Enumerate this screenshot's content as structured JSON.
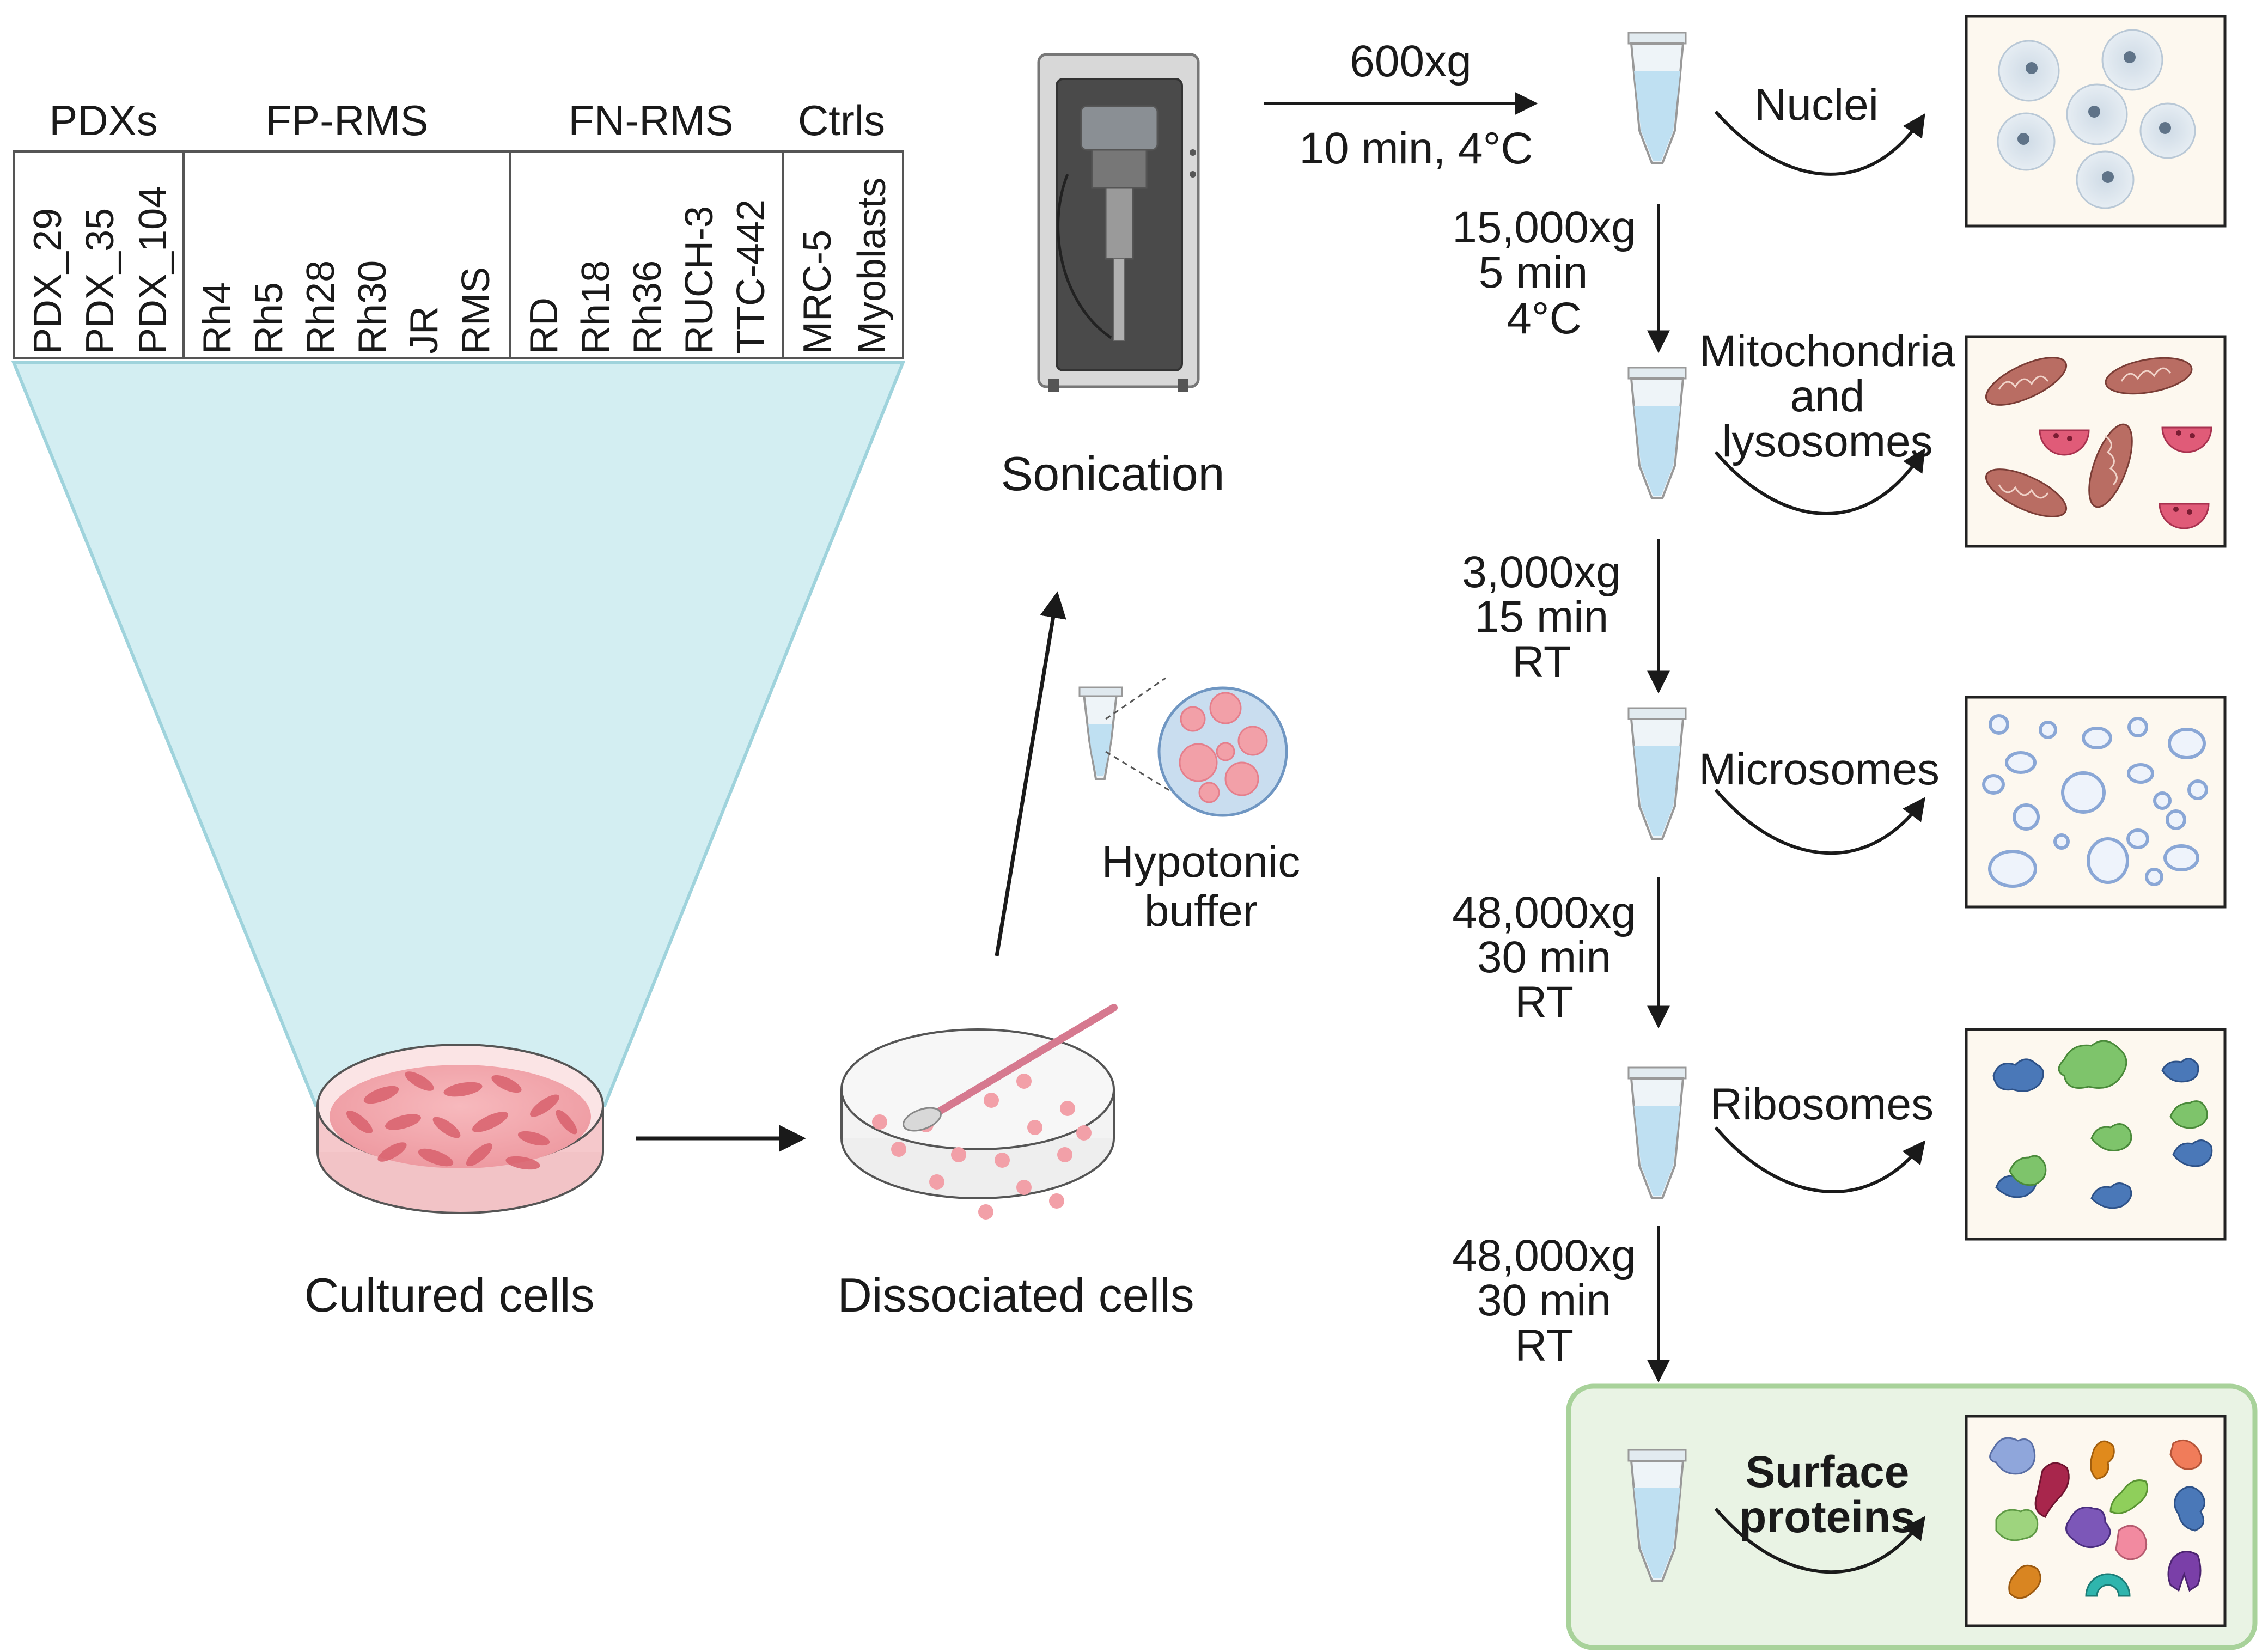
{
  "table": {
    "groups": [
      {
        "name": "PDXs",
        "items": [
          "PDX_29",
          "PDX_35",
          "PDX_104"
        ]
      },
      {
        "name": "FP-RMS",
        "items": [
          "Rh4",
          "Rh5",
          "Rh28",
          "Rh30",
          "JR",
          "RMS"
        ]
      },
      {
        "name": "FN-RMS",
        "items": [
          "RD",
          "Rh18",
          "Rh36",
          "RUCH-3",
          "TTC-442"
        ]
      },
      {
        "name": "Ctrls",
        "items": [
          "MRC-5",
          "Myoblasts"
        ]
      }
    ]
  },
  "labels": {
    "cultured_cells": "Cultured cells",
    "dissociated_cells": "Dissociated cells",
    "hypotonic_line1": "Hypotonic",
    "hypotonic_line2": "buffer",
    "sonication": "Sonication"
  },
  "spins": [
    {
      "lines": [
        "600xg",
        "10 min, 4°C"
      ]
    },
    {
      "lines": [
        "15,000xg",
        "5 min",
        "4°C"
      ]
    },
    {
      "lines": [
        "3,000xg",
        "15 min",
        "RT"
      ]
    },
    {
      "lines": [
        "48,000xg",
        "30 min",
        "RT"
      ]
    },
    {
      "lines": [
        "48,000xg",
        "30 min",
        "RT"
      ]
    }
  ],
  "fractions": [
    {
      "lines": [
        "Nuclei"
      ]
    },
    {
      "lines": [
        "Mitochondria",
        "and",
        "lysosomes"
      ]
    },
    {
      "lines": [
        "Microsomes"
      ]
    },
    {
      "lines": [
        "Ribosomes"
      ]
    },
    {
      "lines": [
        "Surface",
        "proteins"
      ]
    }
  ],
  "colors": {
    "cone": "#d3eef2",
    "cone_edge": "#9fd3dc",
    "dish_media": "#f2a9ae",
    "cell": "#e46f7a",
    "highlight_box": "#e9f3e4",
    "highlight_edge": "#a8d29a",
    "tube_liquid": "#bfe0f2",
    "panel_bg": "#fdf8ef"
  }
}
